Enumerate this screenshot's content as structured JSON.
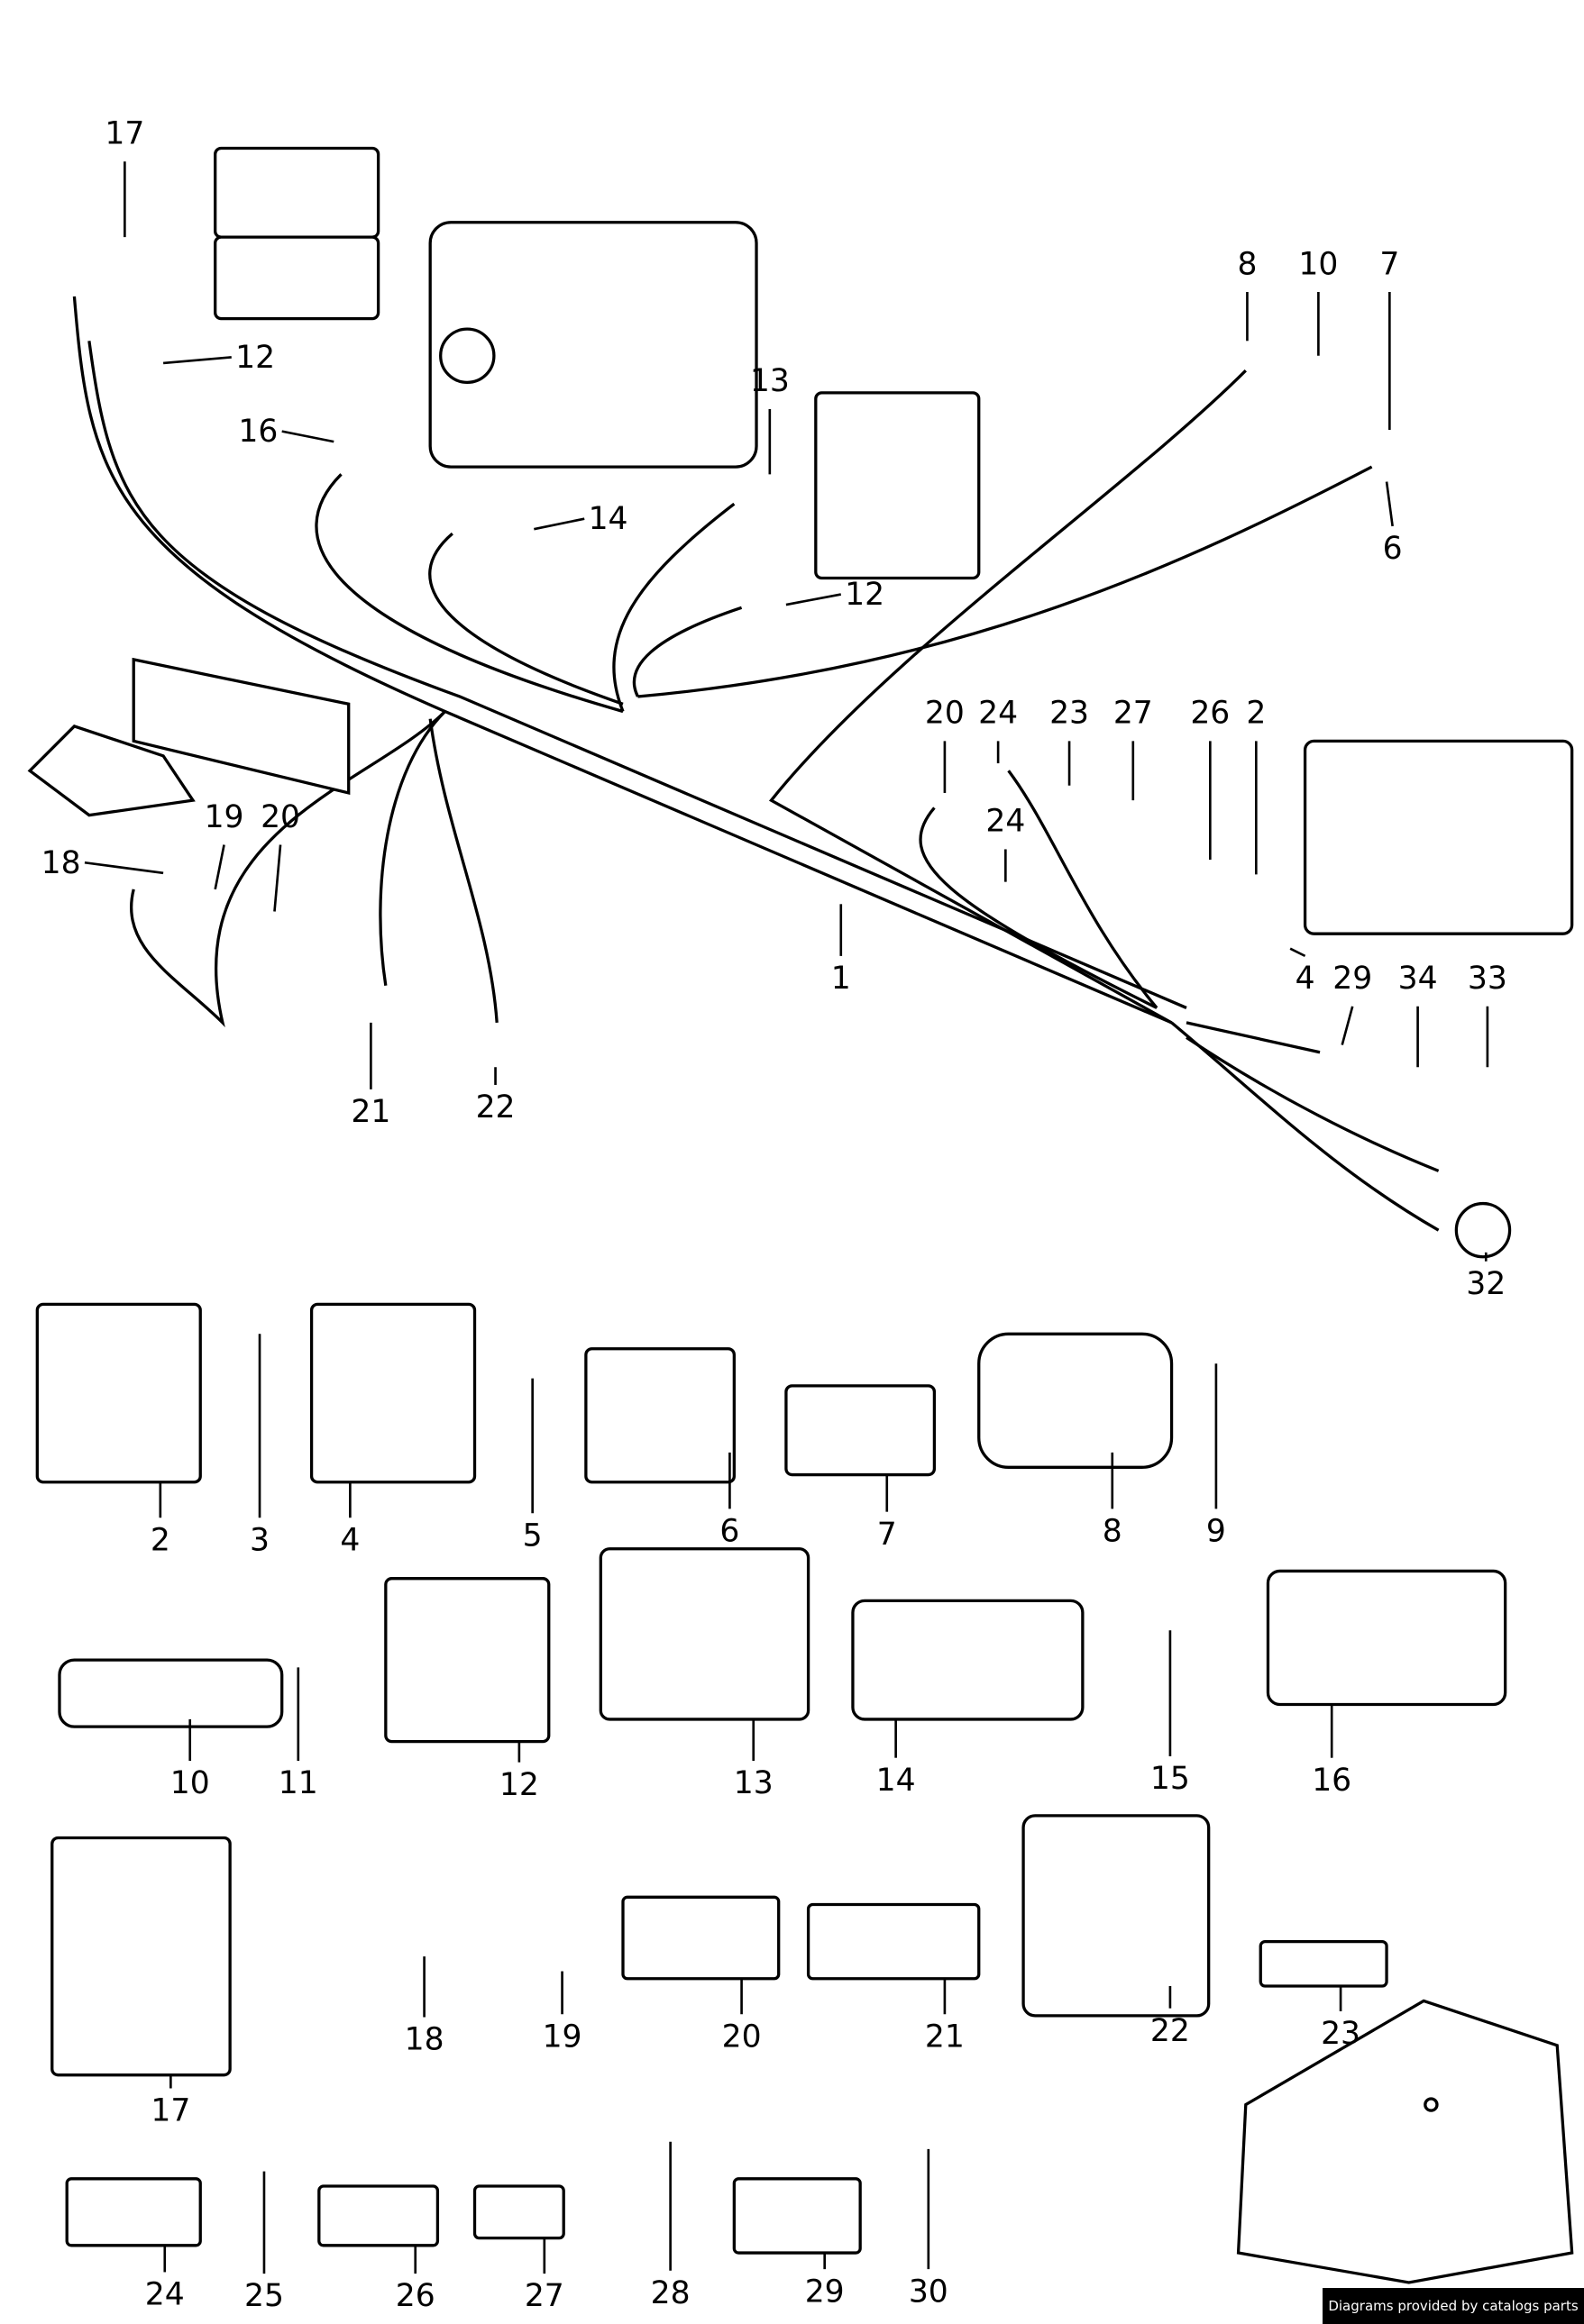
{
  "diagram": {
    "callouts_harness": [
      "17",
      "12",
      "16",
      "14",
      "13",
      "12",
      "8",
      "10",
      "7",
      "6",
      "20",
      "24",
      "23",
      "27",
      "26",
      "2",
      "24",
      "1",
      "4",
      "29",
      "34",
      "33",
      "32",
      "18",
      "19",
      "20",
      "21",
      "22"
    ],
    "callouts_parts": [
      "2",
      "3",
      "4",
      "5",
      "6",
      "7",
      "8",
      "9",
      "10",
      "11",
      "12",
      "13",
      "14",
      "15",
      "16",
      "17",
      "18",
      "19",
      "20",
      "21",
      "22",
      "23",
      "24",
      "25",
      "26",
      "27",
      "28",
      "29",
      "30"
    ]
  },
  "watermark": "Diagrams provided by catalogs parts"
}
